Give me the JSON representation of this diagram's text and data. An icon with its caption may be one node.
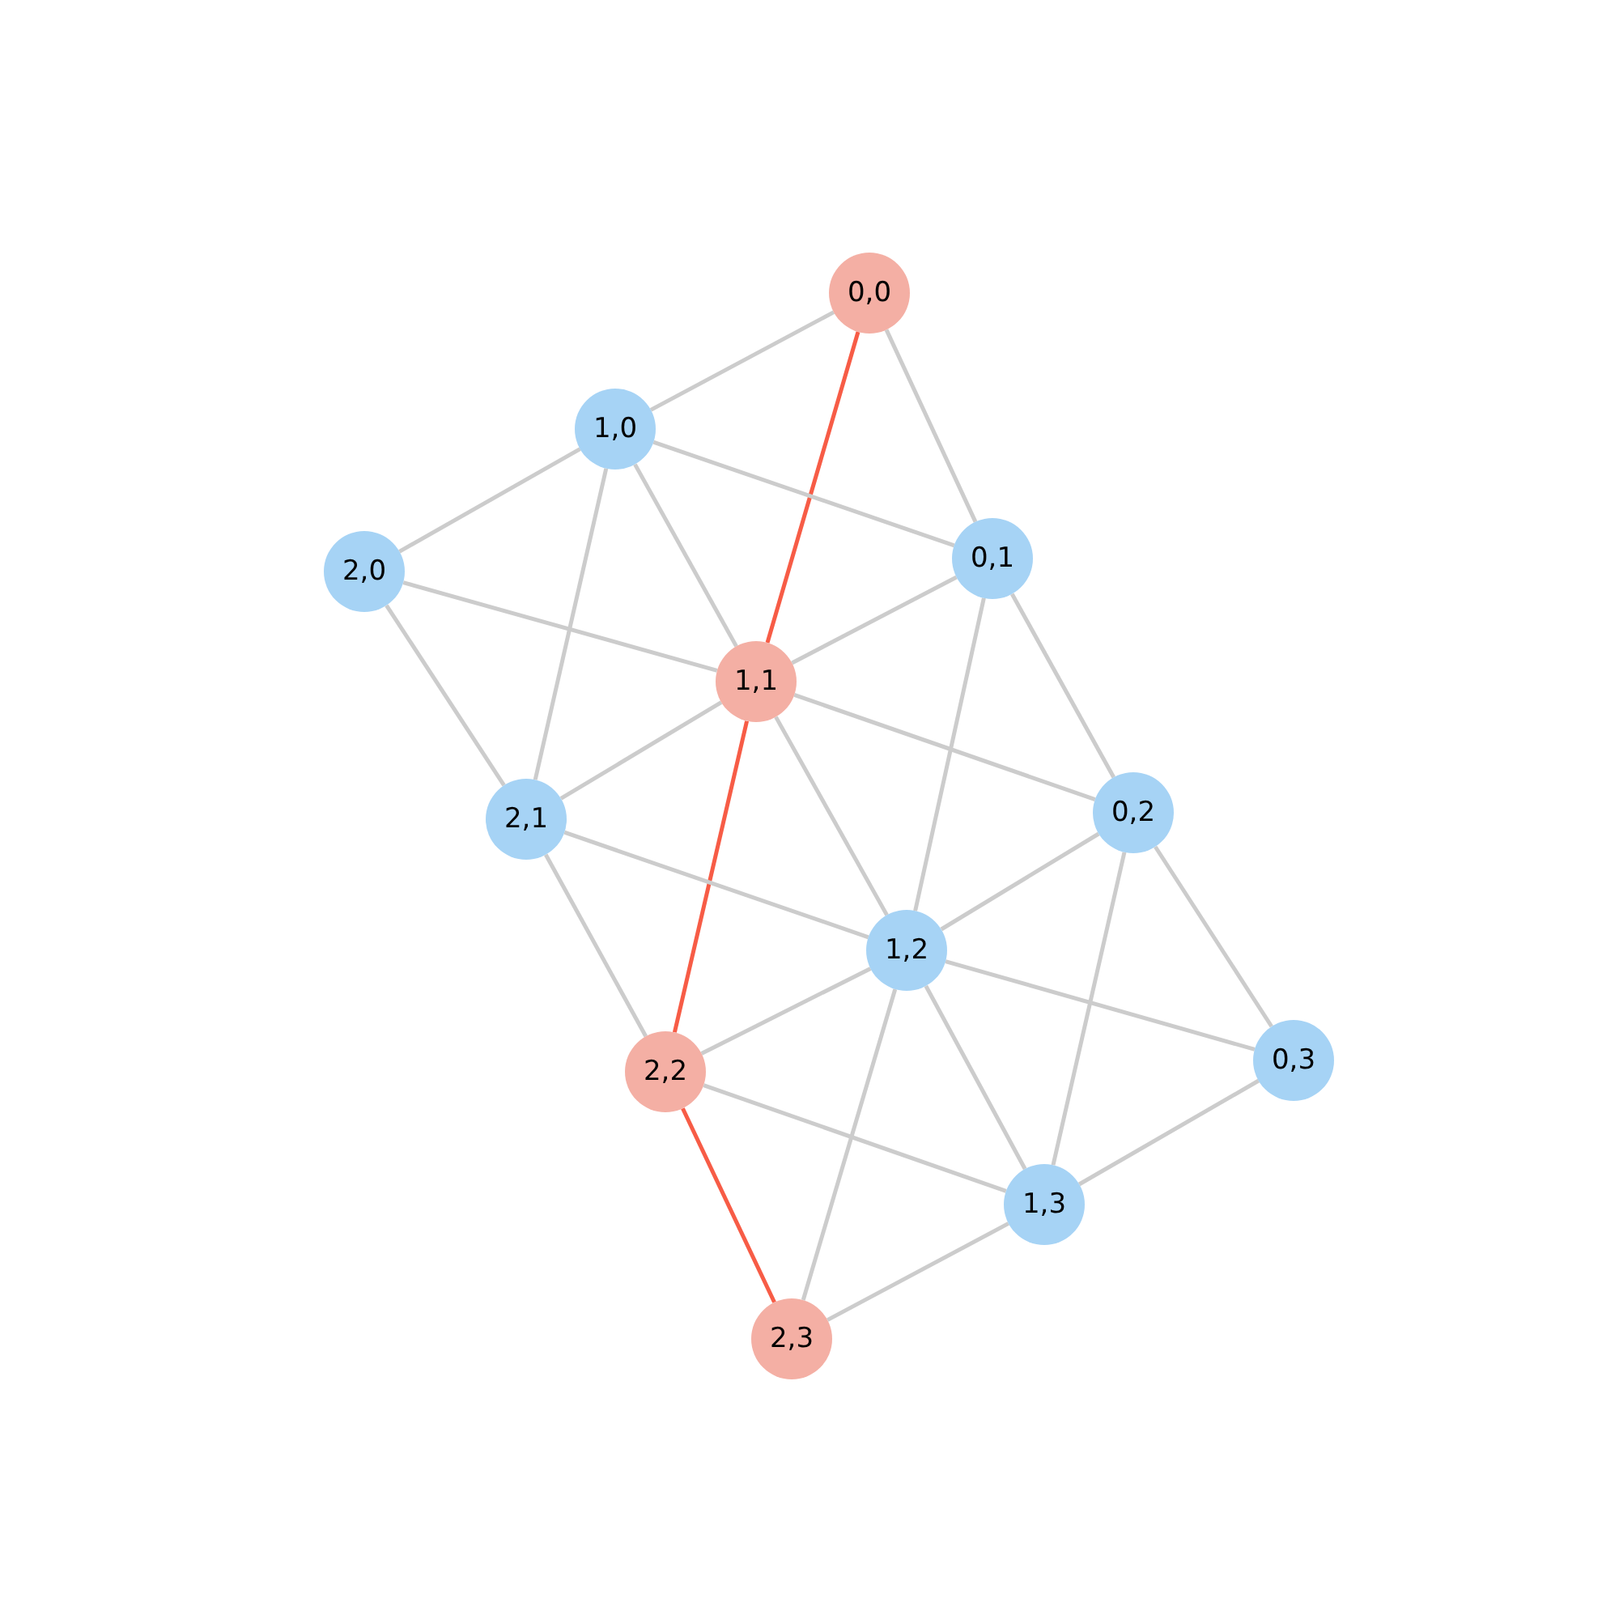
{
  "diagram": {
    "nodes": [
      {
        "text": [
          "0,0"
        ]
      },
      {
        "text": [
          "1,0"
        ]
      },
      {
        "text": [
          "2,0"
        ]
      },
      {
        "text": [
          "0,1"
        ]
      },
      {
        "text": [
          "1,1"
        ]
      },
      {
        "text": [
          "2,1"
        ]
      },
      {
        "text": [
          "0,2"
        ]
      },
      {
        "text": [
          "1,2"
        ]
      },
      {
        "text": [
          "2,2"
        ]
      },
      {
        "text": [
          "0,3"
        ]
      },
      {
        "text": [
          "1,3"
        ]
      },
      {
        "text": [
          "2,3"
        ]
      }
    ],
    "edges": [
      {
        "from": 0,
        "to": 1,
        "arrow": "none"
      },
      {
        "from": 0,
        "to": 3,
        "arrow": "none"
      },
      {
        "from": 0,
        "to": 4,
        "arrow": "none",
        "color": "#f75c46"
      },
      {
        "from": 1,
        "to": 2,
        "arrow": "none"
      },
      {
        "from": 1,
        "to": 3,
        "arrow": "none"
      },
      {
        "from": 1,
        "to": 4,
        "arrow": "none"
      },
      {
        "from": 1,
        "to": 5,
        "arrow": "none"
      },
      {
        "from": 2,
        "to": 4,
        "arrow": "none"
      },
      {
        "from": 2,
        "to": 5,
        "arrow": "none"
      },
      {
        "from": 3,
        "to": 4,
        "arrow": "none"
      },
      {
        "from": 3,
        "to": 6,
        "arrow": "none"
      },
      {
        "from": 3,
        "to": 7,
        "arrow": "none"
      },
      {
        "from": 4,
        "to": 5,
        "arrow": "none"
      },
      {
        "from": 4,
        "to": 6,
        "arrow": "none"
      },
      {
        "from": 4,
        "to": 7,
        "arrow": "none"
      },
      {
        "from": 4,
        "to": 8,
        "arrow": "none",
        "color": "#f75c46"
      },
      {
        "from": 5,
        "to": 7,
        "arrow": "none"
      },
      {
        "from": 5,
        "to": 8,
        "arrow": "none"
      },
      {
        "from": 6,
        "to": 7,
        "arrow": "none"
      },
      {
        "from": 6,
        "to": 9,
        "arrow": "none"
      },
      {
        "from": 6,
        "to": 10,
        "arrow": "none"
      },
      {
        "from": 7,
        "to": 8,
        "arrow": "none"
      },
      {
        "from": 7,
        "to": 9,
        "arrow": "none"
      },
      {
        "from": 7,
        "to": 10,
        "arrow": "none"
      },
      {
        "from": 7,
        "to": 11,
        "arrow": "none"
      },
      {
        "from": 8,
        "to": 10,
        "arrow": "none"
      },
      {
        "from": 8,
        "to": 11,
        "arrow": "none",
        "color": "#f75c46"
      },
      {
        "from": 9,
        "to": 10,
        "arrow": "none"
      },
      {
        "from": 10,
        "to": 11,
        "arrow": "none"
      }
    ]
  }
}
